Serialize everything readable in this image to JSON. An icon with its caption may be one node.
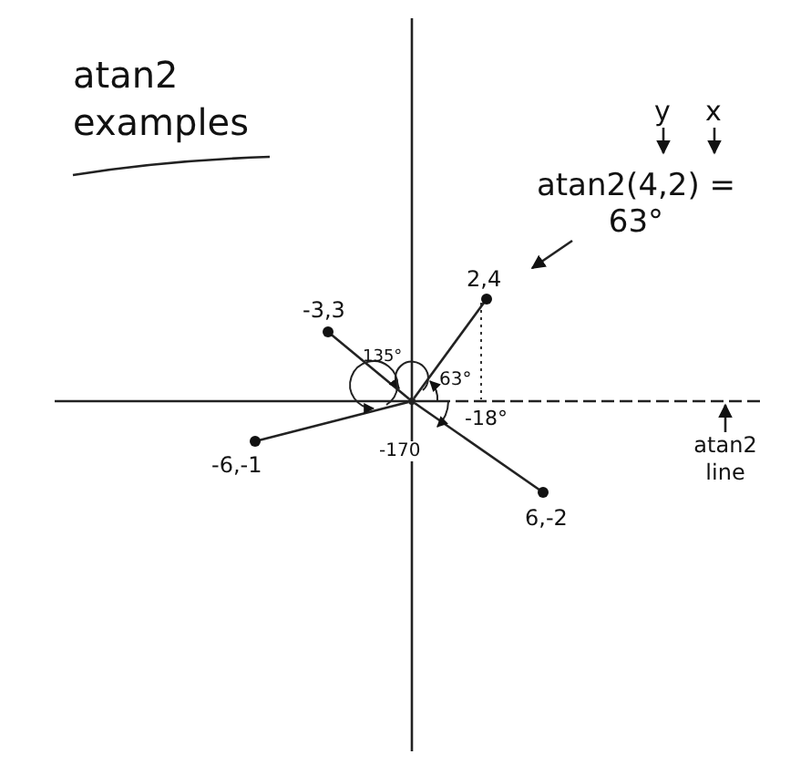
{
  "diagram": {
    "title": "atan2 examples",
    "nodes": [
      {
        "text": [
          "y"
        ]
      },
      {
        "text": [
          "x"
        ]
      },
      {
        "text": [
          "atan2(4,2) = 63°"
        ]
      },
      {
        "text": [
          "2,4"
        ]
      },
      {
        "text": [
          "-3,3"
        ]
      },
      {
        "text": [
          "-6,-1"
        ]
      },
      {
        "text": [
          "6,-2"
        ]
      },
      {
        "text": [
          "atan2 line"
        ]
      },
      {
        "text": [],
        "shape": "point"
      }
    ],
    "edges": [
      {
        "from": 0,
        "to": null,
        "arrow": "to"
      },
      {
        "from": 1,
        "to": null,
        "arrow": "to"
      },
      {
        "from": 2,
        "to": null,
        "arrow": "to"
      },
      {
        "from": 8,
        "to": 3,
        "arrow": "none"
      },
      {
        "from": 8,
        "to": 4,
        "arrow": "none"
      },
      {
        "from": 8,
        "to": 5,
        "arrow": "none"
      },
      {
        "from": 8,
        "to": 6,
        "arrow": "none"
      },
      {
        "from": 7,
        "to": null,
        "arrow": "to"
      }
    ],
    "labels": [
      "135°",
      "63°",
      "-18°",
      "-170"
    ]
  }
}
